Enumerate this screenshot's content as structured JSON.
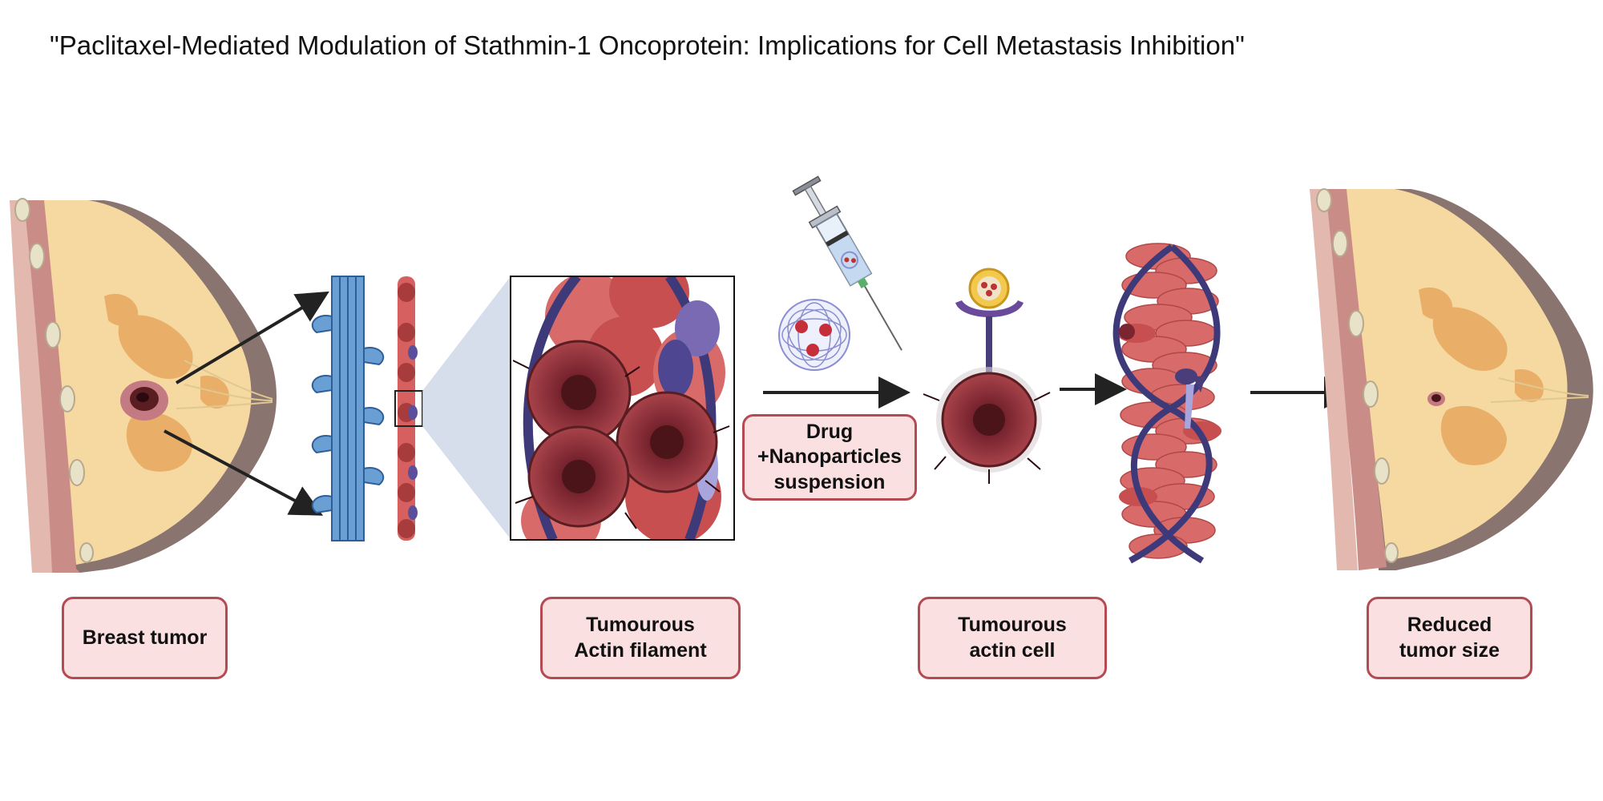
{
  "title": "\"Paclitaxel-Mediated Modulation of Stathmin-1 Oncoprotein: Implications for Cell Metastasis Inhibition\"",
  "labels": {
    "breast_tumor": "Breast tumor",
    "actin_filament": "Tumourous\nActin filament",
    "drug_suspension": "Drug\n+Nanoparticles\nsuspension",
    "actin_cell": "Tumourous\nactin cell",
    "reduced_tumor": "Reduced\ntumor size"
  },
  "colors": {
    "label_fill": "#fae0e0",
    "label_border": "#b54a52",
    "filament_blue": "#6a9fd4",
    "tumor_red": "#8a2a30",
    "helix_purple": "#3e3a7a"
  }
}
